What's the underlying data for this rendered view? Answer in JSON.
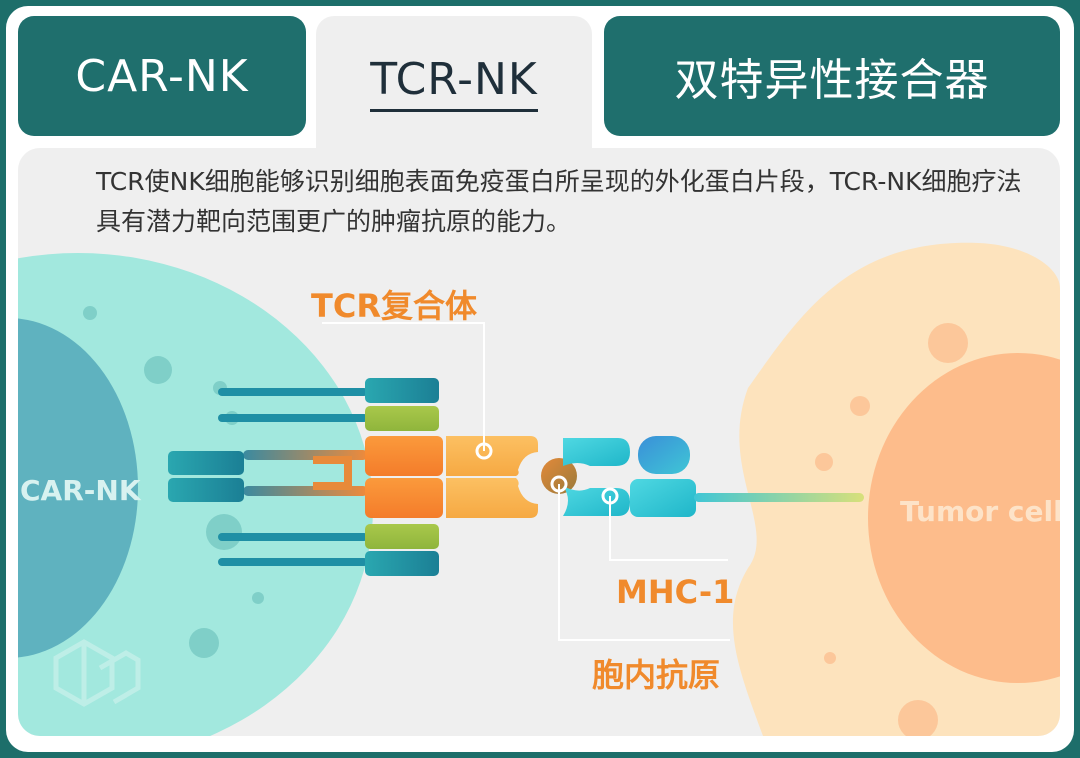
{
  "tabs": [
    {
      "label": "CAR-NK",
      "active": false
    },
    {
      "label": "TCR-NK",
      "active": true
    },
    {
      "label": "双特异性接合器",
      "active": false
    }
  ],
  "description": "TCR使NK细胞能够识别细胞表面免疫蛋白所呈现的外化蛋白片段，TCR-NK细胞疗法具有潜力靶向范围更广的肿瘤抗原的能力。",
  "diagram": {
    "nk_cell_label": "CAR-NK",
    "tumor_cell_label": "Tumor cell",
    "callouts": {
      "tcr_complex": "TCR复合体",
      "mhc": "MHC-1",
      "antigen": "胞内抗原"
    }
  },
  "colors": {
    "tab_bg": "#1f6f6d",
    "panel_bg": "#efefef",
    "callout": "#f08a2c",
    "nk_cell": "#9fe7dc",
    "nk_nucleus": "#5ab0bd",
    "tumor_cell": "#fde3bd",
    "tumor_nucleus": "#fdbb8a"
  }
}
